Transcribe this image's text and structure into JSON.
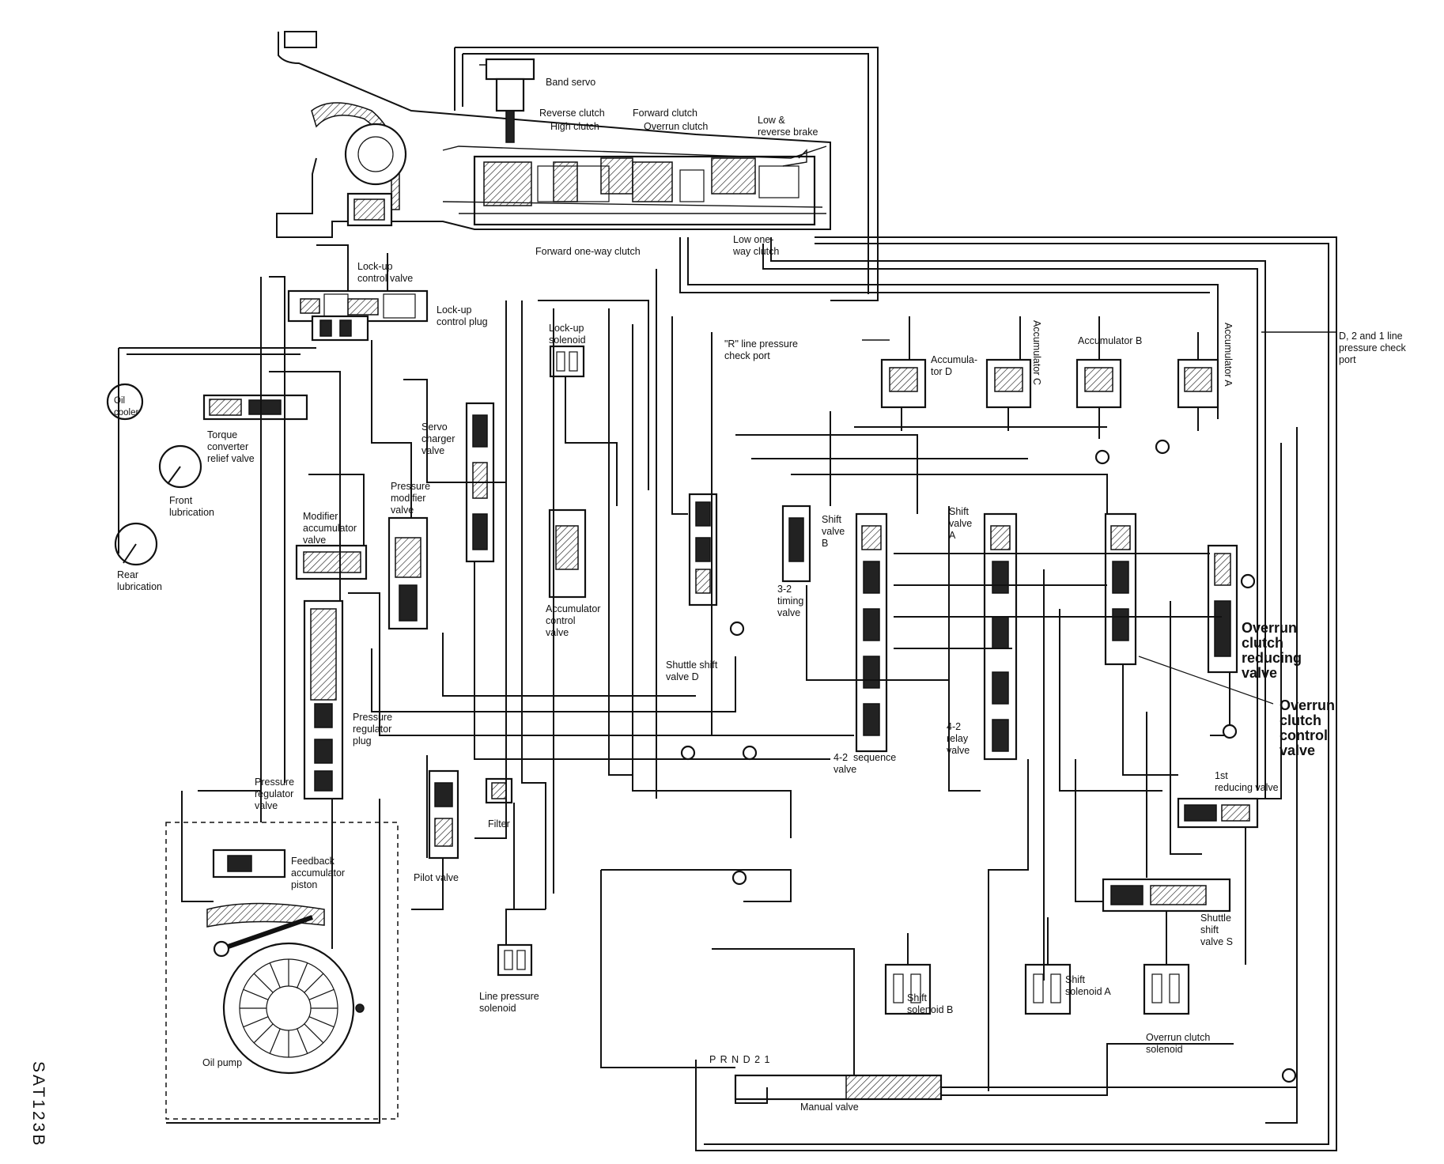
{
  "diagram_code": "SAT123B",
  "labels": {
    "band_servo": "Band servo",
    "reverse_clutch": "Reverse clutch",
    "high_clutch": "High clutch",
    "forward_clutch": "Forward clutch",
    "overrun_clutch": "Overrun clutch",
    "low_reverse_brake": "Low &\nreverse brake",
    "forward_one_way_clutch": "Forward one-way clutch",
    "low_one_way_clutch": "Low one-\nway clutch",
    "lockup_control_valve": "Lock-up\ncontrol valve",
    "lockup_control_plug": "Lock-up\ncontrol plug",
    "lockup_solenoid": "Lock-up\nsolenoid",
    "r_line_pressure_check_port": "\"R\" line pressure\ncheck port",
    "accumulator_d": "Accumula-\ntor D",
    "accumulator_c": "Accumulator C",
    "accumulator_b": "Accumulator B",
    "accumulator_a": "Accumulator A",
    "d21_line_pressure_check_port": "D, 2 and 1 line\npressure check\nport",
    "oil_cooler": "Oil\ncooler",
    "torque_converter_relief_valve": "Torque\nconverter\nrelief valve",
    "front_lubrication": "Front\nlubrication",
    "rear_lubrication": "Rear\nlubrication",
    "servo_charger_valve": "Servo\ncharger\nvalve",
    "modifier_accumulator_valve": "Modifier\naccumulator\nvalve",
    "pressure_modifier_valve": "Pressure\nmodifier\nvalve",
    "accumulator_control_valve": "Accumulator\ncontrol\nvalve",
    "shuttle_shift_valve_d": "Shuttle shift\nvalve D",
    "timing_valve_3_2": "3-2\ntiming\nvalve",
    "shift_valve_b": "Shift\nvalve\nB",
    "shift_valve_a": "Shift\nvalve\nA",
    "overrun_clutch_reducing_valve": "Overrun\nclutch\nreducing\nvalve",
    "overrun_clutch_control_valve": "Overrun\nclutch\ncontrol\nvalve",
    "pressure_regulator_plug": "Pressure\nregulator\nplug",
    "pressure_regulator_valve": "Pressure\nregulator\nvalve",
    "sequence_valve_4_2": "4-2  sequence\nvalve",
    "relay_valve_4_2": "4-2\nrelay\nvalve",
    "first_reducing_valve": "1st\nreducing valve",
    "filter": "Filter",
    "pilot_valve": "Pilot valve",
    "feedback_accumulator_piston": "Feedback\naccumulator\npiston",
    "shuttle_shift_valve_s": "Shuttle\nshift\nvalve S",
    "line_pressure_solenoid": "Line pressure\nsolenoid",
    "shift_solenoid_b": "Shift\nsolenoid B",
    "shift_solenoid_a": "Shift\nsolenoid A",
    "overrun_clutch_solenoid": "Overrun clutch\nsolenoid",
    "oil_pump": "Oil pump",
    "manual_valve_positions": "P R N D 2 1",
    "manual_valve": "Manual valve"
  }
}
